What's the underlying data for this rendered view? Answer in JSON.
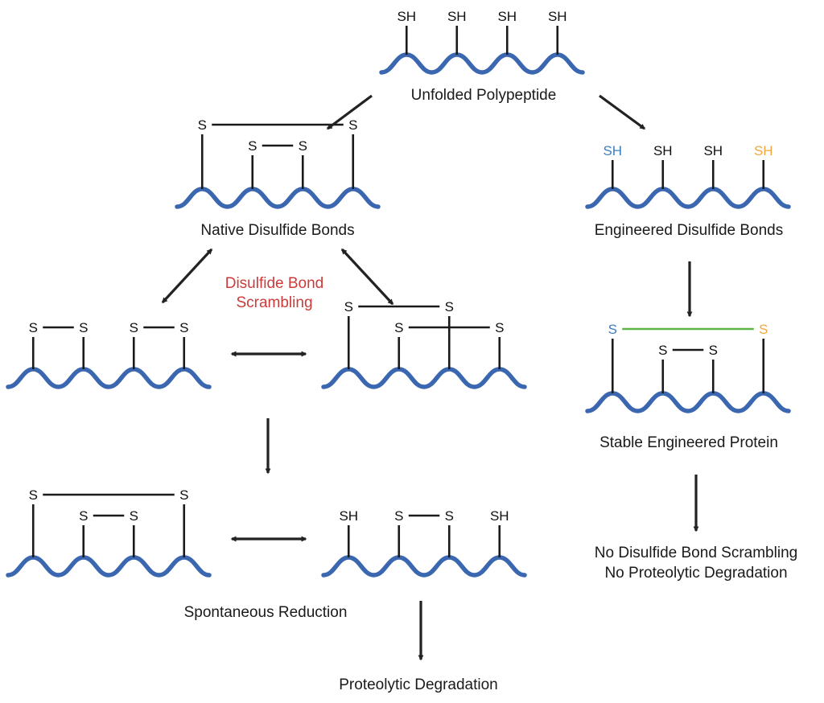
{
  "colors": {
    "backbone": "#3a67b0",
    "bond": "#1a1a1a",
    "red_label": "#cc3b3b",
    "engineered_blue": "#3a7fc1",
    "engineered_orange": "#f3a63a",
    "engineered_bond": "#5db543",
    "arrow": "#222222"
  },
  "labels": {
    "unfolded": "Unfolded Polypeptide",
    "native": "Native Disulfide Bonds",
    "scrambling_line1": "Disulfide Bond",
    "scrambling_line2": "Scrambling",
    "engineered": "Engineered Disulfide Bonds",
    "stable": "Stable Engineered Protein",
    "no_scrambling_line1": "No Disulfide Bond Scrambling",
    "no_scrambling_line2": "No Proteolytic Degradation",
    "spontaneous": "Spontaneous Reduction",
    "proteolytic": "Proteolytic Degradation"
  },
  "atoms": {
    "sh": "SH",
    "s": "S"
  },
  "structures": [
    {
      "id": "unfolded",
      "sites": [
        "SH",
        "SH",
        "SH",
        "SH"
      ],
      "bonds": []
    },
    {
      "id": "native",
      "sites": [
        "S",
        "S",
        "S",
        "S"
      ],
      "bonds": [
        [
          1,
          4
        ],
        [
          2,
          3
        ]
      ]
    },
    {
      "id": "engineered",
      "sites": [
        "SH",
        "SH",
        "SH",
        "SH"
      ],
      "bonds": [],
      "highlight": {
        "1": "engineered_blue",
        "4": "engineered_orange"
      }
    },
    {
      "id": "scrambled-a",
      "sites": [
        "S",
        "S",
        "S",
        "S"
      ],
      "bonds": [
        [
          1,
          2
        ],
        [
          3,
          4
        ]
      ]
    },
    {
      "id": "scrambled-b",
      "sites": [
        "S",
        "S",
        "S",
        "S"
      ],
      "bonds": [
        [
          1,
          3
        ],
        [
          2,
          4
        ]
      ]
    },
    {
      "id": "stable-engineered",
      "sites": [
        "S",
        "S",
        "S",
        "S"
      ],
      "bonds": [
        [
          1,
          4
        ],
        [
          2,
          3
        ]
      ],
      "highlight": {
        "1": "engineered_blue",
        "4": "engineered_orange"
      }
    },
    {
      "id": "scrambled-c",
      "sites": [
        "S",
        "S",
        "S",
        "S"
      ],
      "bonds": [
        [
          1,
          4
        ],
        [
          2,
          3
        ]
      ]
    },
    {
      "id": "reduced",
      "sites": [
        "SH",
        "S",
        "S",
        "SH"
      ],
      "bonds": [
        [
          2,
          3
        ]
      ]
    }
  ]
}
